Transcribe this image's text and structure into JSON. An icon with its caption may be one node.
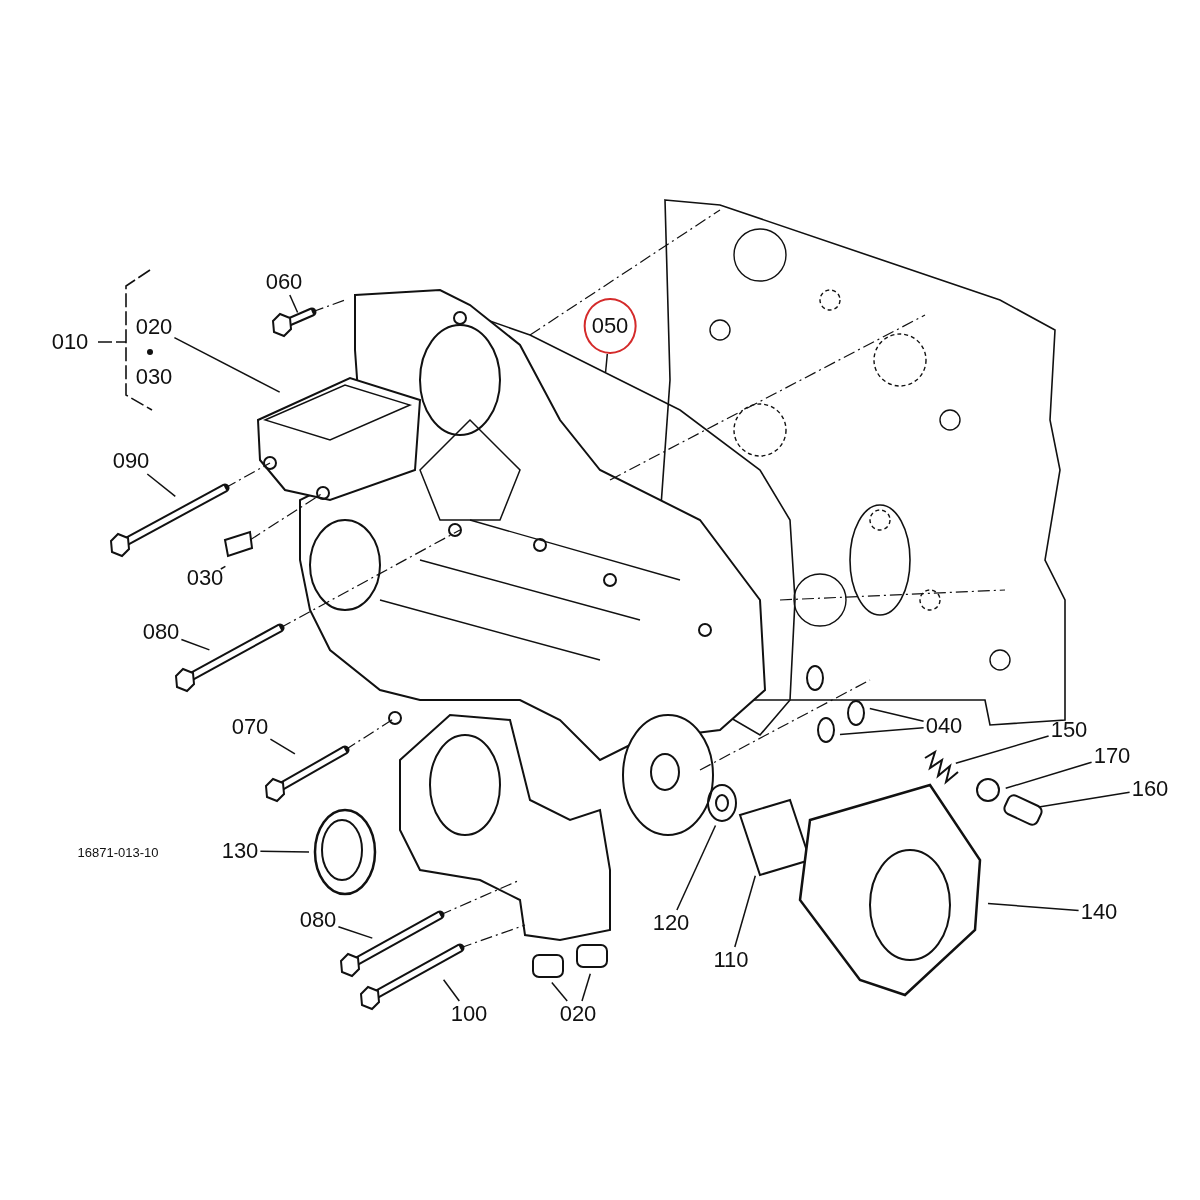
{
  "diagram": {
    "nodes": [
      {
        "text": [
          "060"
        ]
      },
      {
        "text": [
          "020"
        ]
      },
      {
        "text": [
          "050"
        ]
      },
      {
        "text": [
          "090"
        ]
      },
      {
        "text": [
          "030"
        ]
      },
      {
        "text": [
          "080"
        ]
      },
      {
        "text": [
          "070"
        ]
      },
      {
        "text": [
          "130"
        ]
      },
      {
        "text": [
          "080"
        ]
      },
      {
        "text": [
          "100"
        ]
      },
      {
        "text": [
          "020"
        ]
      },
      {
        "text": [
          "120"
        ]
      },
      {
        "text": [
          "110"
        ]
      },
      {
        "text": [
          "140"
        ]
      },
      {
        "text": [
          "150"
        ]
      },
      {
        "text": [
          "170"
        ]
      },
      {
        "text": [
          "160"
        ]
      },
      {
        "text": [
          "040"
        ]
      }
    ],
    "edges": [
      {
        "from": 0,
        "to": null,
        "arrow": "none"
      },
      {
        "from": 1,
        "to": null,
        "arrow": "none"
      },
      {
        "from": 2,
        "to": null,
        "arrow": "none"
      },
      {
        "from": 3,
        "to": null,
        "arrow": "none"
      },
      {
        "from": 4,
        "to": null,
        "arrow": "none"
      },
      {
        "from": 5,
        "to": null,
        "arrow": "none"
      },
      {
        "from": 6,
        "to": null,
        "arrow": "none"
      },
      {
        "from": 7,
        "to": null,
        "arrow": "none"
      },
      {
        "from": 8,
        "to": null,
        "arrow": "none"
      },
      {
        "from": 9,
        "to": null,
        "arrow": "none"
      },
      {
        "from": 10,
        "to": null,
        "arrow": "none"
      },
      {
        "from": 10,
        "to": null,
        "arrow": "none"
      },
      {
        "from": 11,
        "to": null,
        "arrow": "none"
      },
      {
        "from": 12,
        "to": null,
        "arrow": "none"
      },
      {
        "from": 13,
        "to": null,
        "arrow": "none"
      },
      {
        "from": 14,
        "to": null,
        "arrow": "none"
      },
      {
        "from": 15,
        "to": null,
        "arrow": "none"
      },
      {
        "from": 16,
        "to": null,
        "arrow": "none"
      },
      {
        "from": 17,
        "to": null,
        "arrow": "none"
      },
      {
        "from": 17,
        "to": null,
        "arrow": "none"
      }
    ],
    "labels": [
      "010",
      "030",
      "16871-013-10"
    ]
  }
}
